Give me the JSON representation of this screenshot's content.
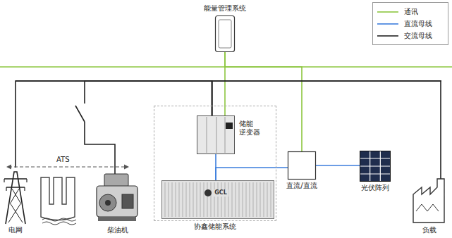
{
  "diagram": {
    "nodes": [
      {
        "text": [
          "能量管理系统"
        ]
      },
      {
        "text": [
          "协鑫储能系统"
        ]
      },
      {
        "text": [
          "储能 逆变器"
        ],
        "in": 1
      },
      {
        "text": [
          "GCL"
        ],
        "in": 1
      },
      {
        "text": [
          "直流/直流"
        ]
      },
      {
        "text": [
          "光伏阵列"
        ]
      },
      {
        "text": [
          "电网"
        ]
      },
      {
        "text": [
          "柴油机"
        ]
      },
      {
        "text": [
          "负载"
        ]
      }
    ],
    "edges": [
      {
        "from": 0,
        "to": 2,
        "arrow": "none"
      },
      {
        "from": 0,
        "to": 4,
        "arrow": "none"
      },
      {
        "from": 6,
        "to": 2,
        "arrow": "none"
      },
      {
        "from": 7,
        "to": 2,
        "arrow": "none"
      },
      {
        "from": 2,
        "to": 8,
        "arrow": "none"
      },
      {
        "from": 2,
        "to": 3,
        "arrow": "none"
      },
      {
        "from": 3,
        "to": 4,
        "arrow": "none"
      },
      {
        "from": 4,
        "to": 5,
        "arrow": "none"
      }
    ],
    "labels": [
      "ATS"
    ],
    "legend": [
      {
        "text": "通讯"
      },
      {
        "text": "直流母线"
      },
      {
        "text": "交流母线"
      }
    ]
  }
}
